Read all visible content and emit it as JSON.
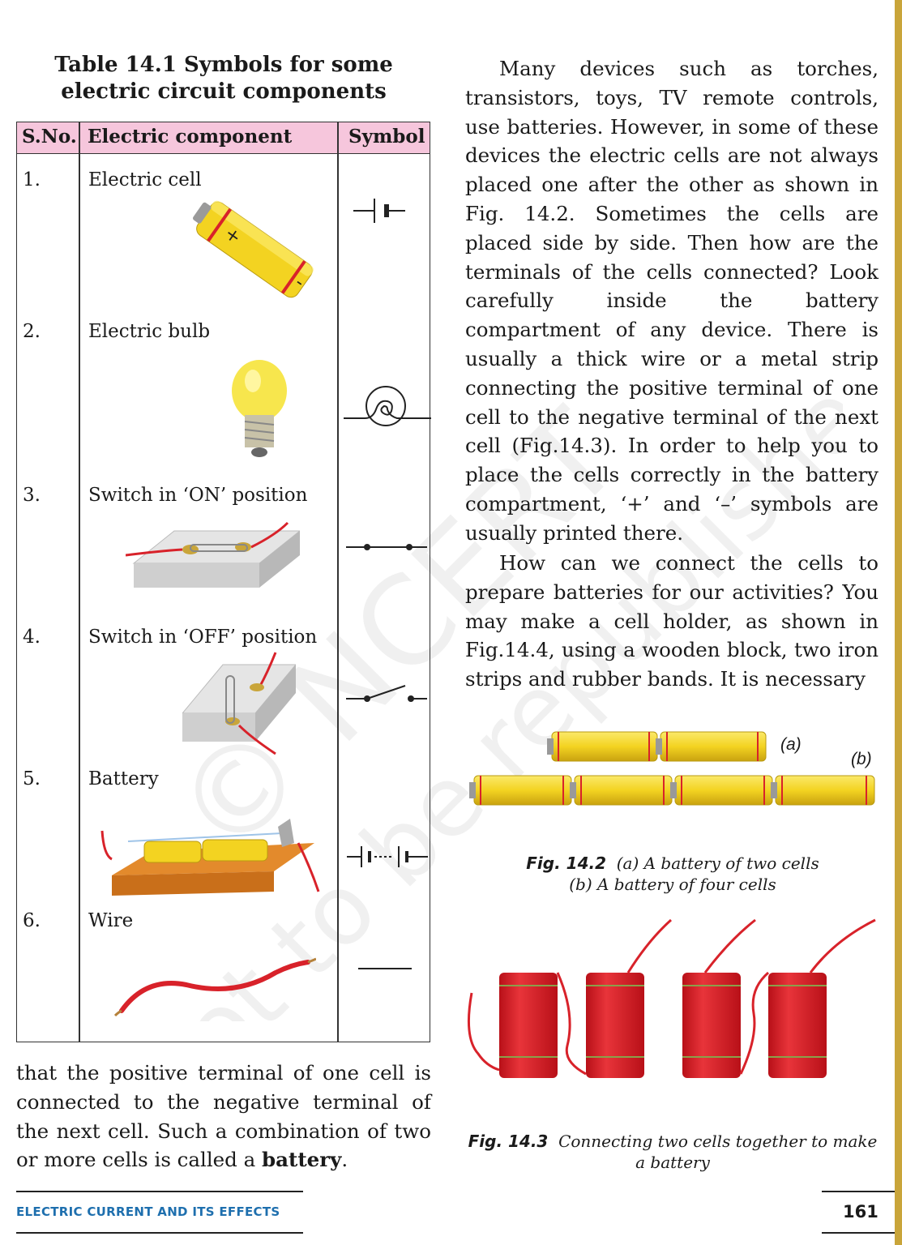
{
  "table": {
    "caption_line1": "Table 14.1 Symbols for some",
    "caption_line2": "electric circuit components",
    "headers": [
      "S.No.",
      "Electric component",
      "Symbol"
    ],
    "rows": [
      {
        "no": "1.",
        "name": "Electric cell"
      },
      {
        "no": "2.",
        "name": "Electric bulb"
      },
      {
        "no": "3.",
        "name": "Switch in ‘ON’ position"
      },
      {
        "no": "4.",
        "name": "Switch in ‘OFF’ position"
      },
      {
        "no": "5.",
        "name": "Battery"
      },
      {
        "no": "6.",
        "name": "Wire"
      }
    ],
    "cell_signs": {
      "plus": "+",
      "minus": "-"
    }
  },
  "text": {
    "para1": "Many devices such as torches, transistors, toys, TV remote controls, use batteries. However, in some of these devices the electric cells are not always placed one after the other as shown in Fig. 14.2. Sometimes the cells are placed side by side. Then how are the terminals of the cells connected? Look carefully inside the battery compartment of any device. There is usually a thick wire or a metal strip connecting the positive terminal of one cell to the negative terminal of the next cell (Fig.14.3). In order to help you to place the cells correctly in the battery compartment, ‘+’ and ‘–’ symbols are usually printed there.",
    "para2": "How can we connect the cells to prepare batteries for our activities? You may make a cell holder, as shown in Fig.14.4, using a wooden block, two iron strips and rubber bands. It is necessary",
    "bottom_para_pre": "that the positive terminal of one cell is connected to the negative terminal of the next cell. Such a combination of two or more cells is called a ",
    "bottom_para_bold": "battery",
    "bottom_para_post": "."
  },
  "fig14_2": {
    "label_a": "(a)",
    "label_b": "(b)",
    "caption_num": "Fig. 14.2",
    "caption_line1": "(a) A battery of two cells",
    "caption_line2": "(b) A battery of four cells"
  },
  "fig14_3": {
    "caption_num": "Fig. 14.3",
    "caption_line1": "Connecting two cells together to make",
    "caption_line2": "a battery"
  },
  "watermark": {
    "line1": "© NCERT",
    "line2": "not to be republished"
  },
  "footer": {
    "title": "ELECTRIC CURRENT AND ITS EFFECTS",
    "page": "161"
  },
  "colors": {
    "table_header": "#f6c6dc",
    "footer_title": "#1e6fae",
    "cell_yellow": "#f3d321",
    "cell_red": "#d8222a"
  }
}
